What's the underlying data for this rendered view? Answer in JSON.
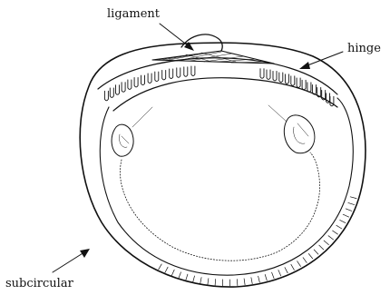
{
  "labels": {
    "ligament": "ligament",
    "hinge": "hinge",
    "subcircular": "subcircular"
  },
  "colors": {
    "ink": "#111111",
    "background": "#ffffff"
  }
}
